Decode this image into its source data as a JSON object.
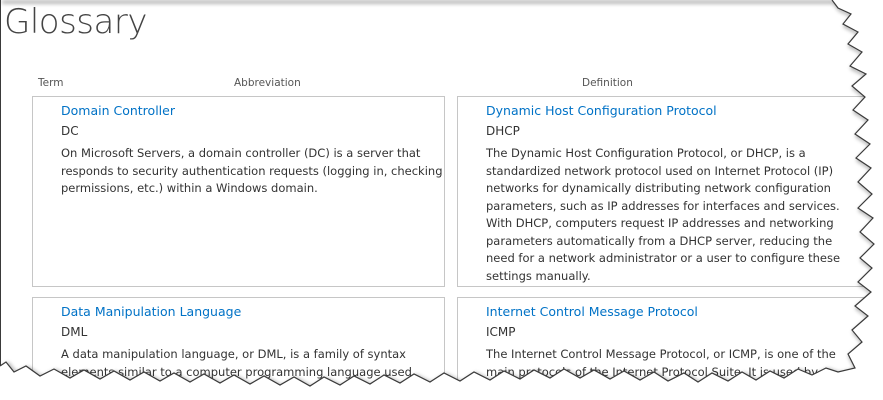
{
  "page": {
    "title": "Glossary"
  },
  "columns": {
    "term": "Term",
    "abbreviation": "Abbreviation",
    "definition": "Definition"
  },
  "entries": [
    {
      "term": "Domain Controller",
      "abbreviation": "DC",
      "definition_lines": [
        "On Microsoft Servers, a domain controller (DC) is a server that",
        "responds to security authentication requests (logging in, checking",
        "permissions, etc.) within a Windows domain."
      ]
    },
    {
      "term": "Dynamic Host Configuration Protocol",
      "abbreviation": "DHCP",
      "definition_lines": [
        "The Dynamic Host Configuration Protocol, or DHCP, is a",
        "standardized network protocol used on Internet Protocol (IP)",
        "networks for dynamically distributing network configuration",
        "parameters, such as IP addresses for interfaces and services.",
        "With DHCP, computers request IP addresses and networking",
        "parameters automatically from a DHCP server, reducing the",
        "need for a network administrator or a user to configure these",
        "settings manually."
      ]
    },
    {
      "term": "Data Manipulation Language",
      "abbreviation": "DML",
      "definition_lines": [
        "A data manipulation language, or DML, is a family of syntax",
        "elements similar to a computer programming language used"
      ]
    },
    {
      "term": "Internet Control Message Protocol",
      "abbreviation": "ICMP",
      "definition_lines": [
        "The Internet Control Message Protocol, or ICMP, is one of the",
        "main protocols of the Internet Protocol Suite. It is used by"
      ]
    }
  ]
}
